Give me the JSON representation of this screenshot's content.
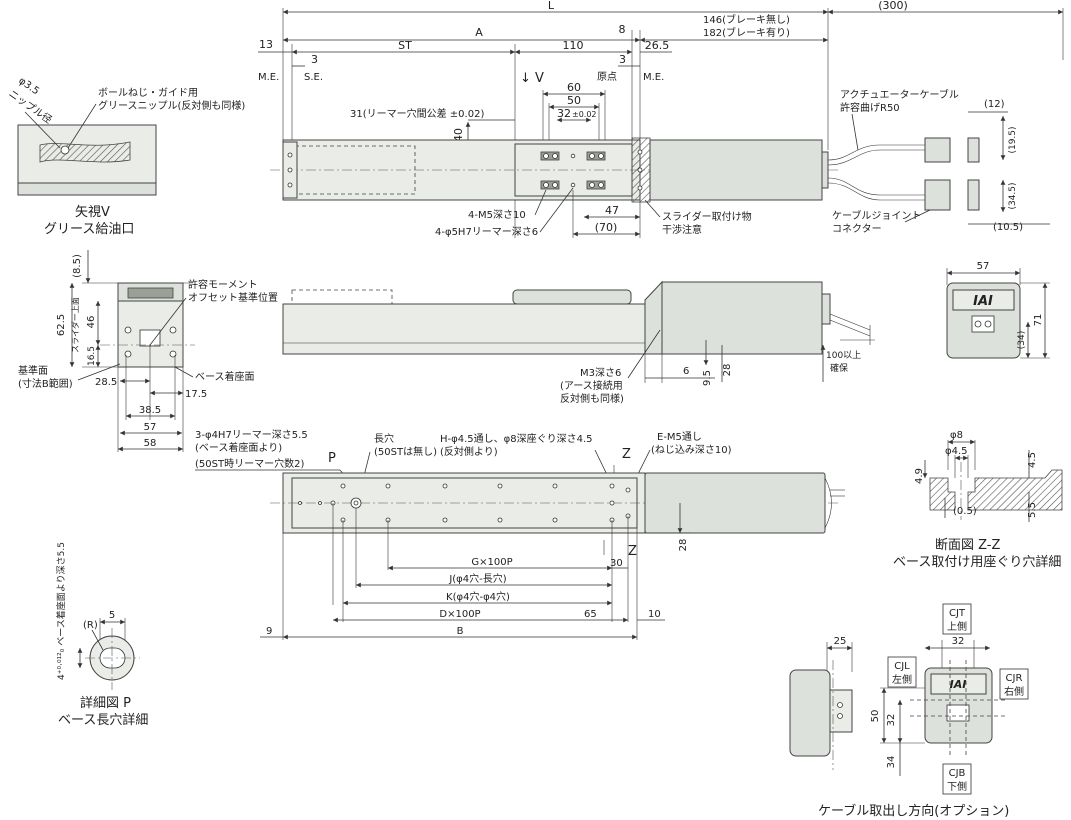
{
  "top": {
    "L": "L",
    "A": "A",
    "ST": "ST",
    "d300": "(300)",
    "d8": "8",
    "d146": "146(ブレーキ無し)",
    "d182": "182(ブレーキ有り)",
    "d13": "13",
    "d3a": "3",
    "d110": "110",
    "d3b": "3",
    "d26_5": "26.5",
    "me_left": "M.E.",
    "se": "S.E.",
    "origin": "原点",
    "me_right": "M.E.",
    "arrowV": "↓ V",
    "d60": "60",
    "d50": "50",
    "d32": "32",
    "d32tol": "±0.02",
    "reamer31": "31(リーマー穴間公差 ±0.02)",
    "d40": "40",
    "m5": "4-M5深さ10",
    "phi5": "4-φ5H7リーマー深さ6",
    "d47": "47",
    "d70": "(70)",
    "slider_note1": "スライダー取付け物",
    "slider_note2": "干渉注意",
    "cable_note1": "アクチュエーターケーブル",
    "cable_note2": "許容曲げR50",
    "joint1": "ケーブルジョイント",
    "joint2": "コネクター",
    "d12": "(12)",
    "d19_5": "(19.5)",
    "d34_5": "(34.5)",
    "d10_5": "(10.5)"
  },
  "viewV": {
    "phi35": "φ3.5",
    "nipple": "ニップル径",
    "ballscrew1": "ボールねじ・ガイド用",
    "ballscrew2": "グリースニップル(反対側も同様)",
    "title1": "矢視V",
    "title2": "グリース給油口"
  },
  "side": {
    "d8_5": "(8.5)",
    "moment1": "許容モーメント",
    "moment2": "オフセット基準位置",
    "d62_5": "62.5",
    "slider_top": "スライダー上面",
    "d46": "46",
    "d16_5": "16.5",
    "ref1": "基準面",
    "ref2": "(寸法B範囲)",
    "base_seat": "ベース着座面",
    "d28_5": "28.5",
    "d17_5": "17.5",
    "d38_5": "38.5",
    "d57": "57",
    "d58": "58"
  },
  "middle": {
    "m3a": "M3深さ6",
    "m3b": "(アース接続用",
    "m3c": "反対側も同様)",
    "d6": "6",
    "d9_5": "9.5",
    "d28": "28",
    "d100a": "100以上",
    "d100b": "確保"
  },
  "end": {
    "d57": "57",
    "d71": "71",
    "d34": "(34)",
    "logo": "IAI"
  },
  "bottom": {
    "reamer1": "3-φ4H7リーマー深さ5.5",
    "reamer2": "(ベース着座面より)",
    "reamer3": "(50ST時リーマー穴数2)",
    "P": "P",
    "slot1": "長穴",
    "slot2": "(50STは無し)",
    "H1": "H-φ4.5通し、φ8深座ぐり深さ4.5",
    "H2": "(反対側より)",
    "E1": "E-M5通し",
    "E2": "(ねじ込み深さ10)",
    "Z": "Z",
    "Z2": "Z",
    "G": "G×100P",
    "J": "J(φ4穴-長穴)",
    "K": "K(φ4穴-φ4穴)",
    "D": "D×100P",
    "B": "B",
    "d9": "9",
    "d30": "30",
    "d65": "65",
    "d10": "10",
    "d28": "28"
  },
  "detailP": {
    "d5": "5",
    "R": "(R)",
    "depth": "4⁺⁰·⁰¹²₀ ベース着座面より深さ5.5",
    "title1": "詳細図 P",
    "title2": "ベース長穴詳細"
  },
  "sectionZ": {
    "phi8": "φ8",
    "phi45": "φ4.5",
    "d4_9": "4.9",
    "d4_5": "4.5",
    "d0_5": "(0.5)",
    "d5_5": "5.5",
    "title1": "断面図 Z-Z",
    "title2": "ベース取付け用座ぐり穴詳細"
  },
  "cable": {
    "d25": "25",
    "d32": "32",
    "d50": "50",
    "d32b": "32",
    "d34": "34",
    "cjt1": "CJT",
    "cjt2": "上側",
    "cjl1": "CJL",
    "cjl2": "左側",
    "cjr1": "CJR",
    "cjr2": "右側",
    "cjb1": "CJB",
    "cjb2": "下側",
    "title": "ケーブル取出し方向(オプション)",
    "logo": "IAI"
  }
}
